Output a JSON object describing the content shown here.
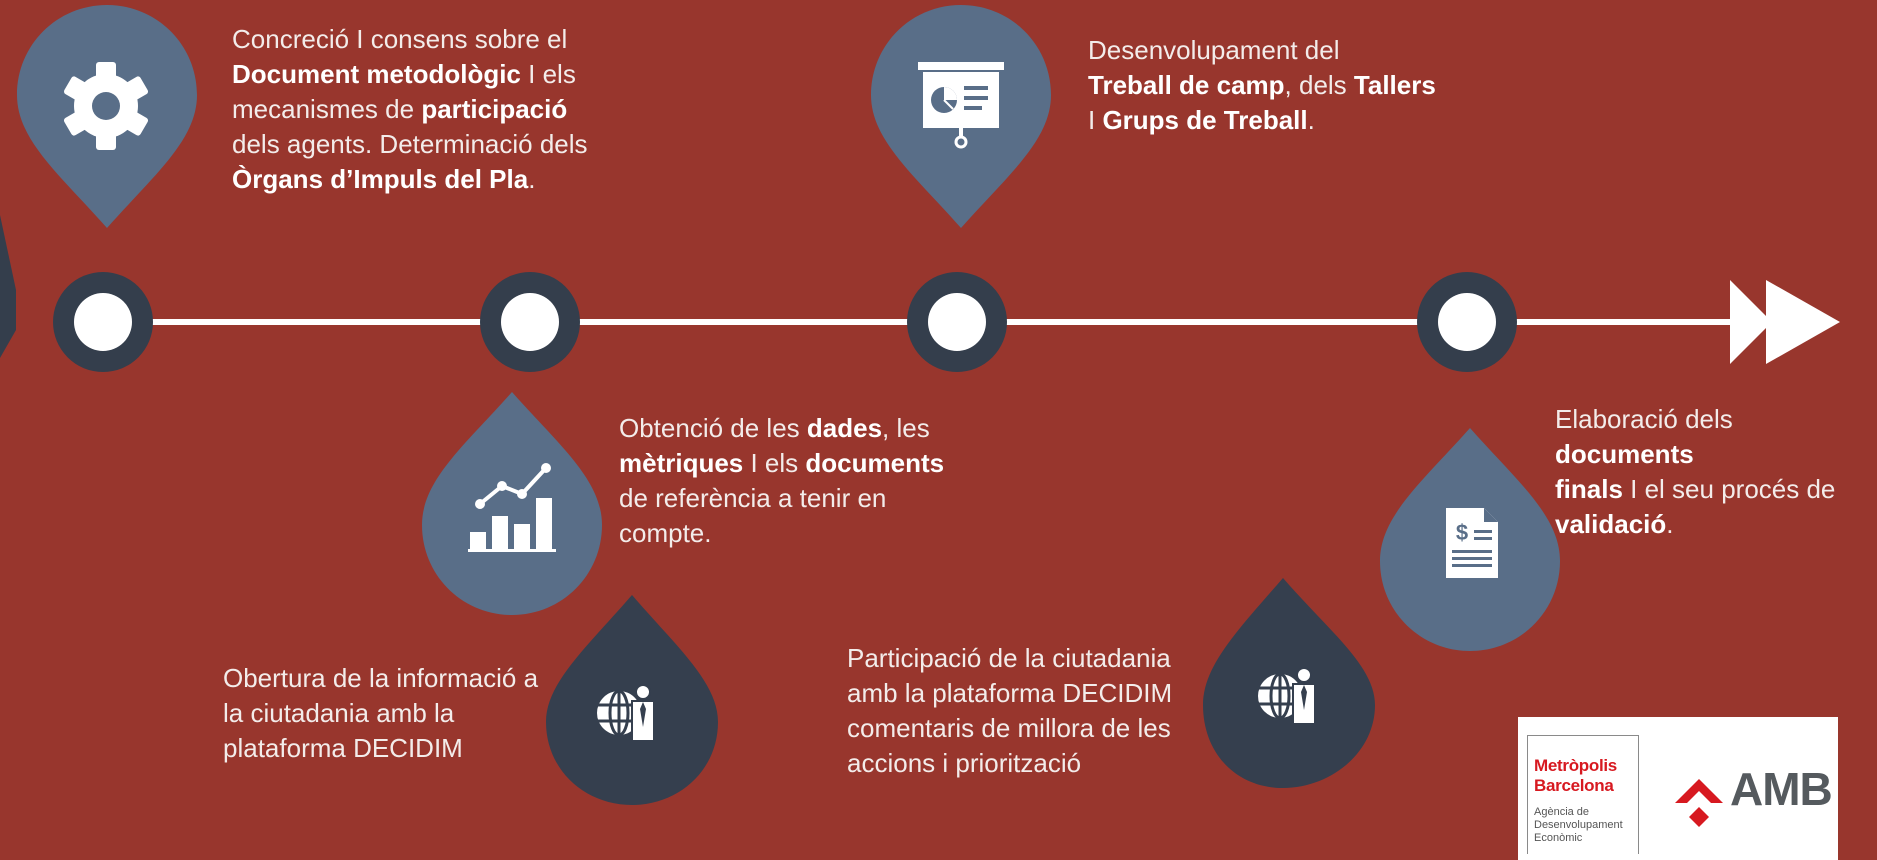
{
  "colors": {
    "background": "#98362d",
    "pin_light": "#596e88",
    "pin_dark": "#353f4e",
    "node_dark": "#343e4c",
    "line": "#ffffff"
  },
  "steps": [
    {
      "icon": "gear-icon",
      "segments": [
        {
          "t": "Concreció I consens sobre el",
          "b": false
        },
        {
          "t": "\n",
          "b": false
        },
        {
          "t": "Document metodològic",
          "b": true
        },
        {
          "t": " I els",
          "b": false
        },
        {
          "t": "\n",
          "b": false
        },
        {
          "t": "mecanismes de ",
          "b": false
        },
        {
          "t": "participació",
          "b": true
        },
        {
          "t": "\n",
          "b": false
        },
        {
          "t": "dels agents. Determinació dels",
          "b": false
        },
        {
          "t": "\n",
          "b": false
        },
        {
          "t": "Òrgans d’Impuls del Pla",
          "b": true
        },
        {
          "t": ".",
          "b": false
        }
      ]
    },
    {
      "icon": "growth-chart-icon",
      "segments": [
        {
          "t": "Obtenció de les ",
          "b": false
        },
        {
          "t": "dades",
          "b": true
        },
        {
          "t": ", les",
          "b": false
        },
        {
          "t": "\n",
          "b": false
        },
        {
          "t": "mètriques",
          "b": true
        },
        {
          "t": " I els ",
          "b": false
        },
        {
          "t": "documents",
          "b": true
        },
        {
          "t": "\n",
          "b": false
        },
        {
          "t": "de referència a tenir en",
          "b": false
        },
        {
          "t": "\n",
          "b": false
        },
        {
          "t": "compte.",
          "b": false
        }
      ]
    },
    {
      "icon": "presentation-board-icon",
      "segments": [
        {
          "t": "Desenvolupament del",
          "b": false
        },
        {
          "t": "\n",
          "b": false
        },
        {
          "t": "Treball de camp",
          "b": true
        },
        {
          "t": ", dels ",
          "b": false
        },
        {
          "t": "Tallers",
          "b": true
        },
        {
          "t": "\n",
          "b": false
        },
        {
          "t": "I ",
          "b": false
        },
        {
          "t": "Grups de Treball",
          "b": true
        },
        {
          "t": ".",
          "b": false
        }
      ]
    },
    {
      "icon": "invoice-document-icon",
      "segments": [
        {
          "t": "Elaboració dels ",
          "b": false
        },
        {
          "t": "documents",
          "b": true
        },
        {
          "t": "\n",
          "b": false
        },
        {
          "t": "finals",
          "b": true
        },
        {
          "t": " I el seu procés de",
          "b": false
        },
        {
          "t": "\n",
          "b": false
        },
        {
          "t": "validació",
          "b": true
        },
        {
          "t": ".",
          "b": false
        }
      ]
    }
  ],
  "citizen_steps": [
    {
      "icon": "global-person-icon",
      "segments": [
        {
          "t": "Obertura de la informació a",
          "b": false
        },
        {
          "t": "\n",
          "b": false
        },
        {
          "t": "la ciutadania amb la",
          "b": false
        },
        {
          "t": "\n",
          "b": false
        },
        {
          "t": "plataforma DECIDIM",
          "b": false
        }
      ]
    },
    {
      "icon": "global-person-icon",
      "segments": [
        {
          "t": "Participació de la ciutadania",
          "b": false
        },
        {
          "t": "\n",
          "b": false
        },
        {
          "t": "amb la plataforma DECIDIM",
          "b": false
        },
        {
          "t": "\n",
          "b": false
        },
        {
          "t": "comentaris de millora de les",
          "b": false
        },
        {
          "t": "\n",
          "b": false
        },
        {
          "t": "accions i priorització",
          "b": false
        }
      ]
    }
  ],
  "logos": {
    "metropolis_line1": "Metròpolis",
    "metropolis_line2": "Barcelona",
    "metropolis_sub1": "Agència de",
    "metropolis_sub2": "Desenvolupament",
    "metropolis_sub3": "Econòmic",
    "amb": "AMB"
  }
}
